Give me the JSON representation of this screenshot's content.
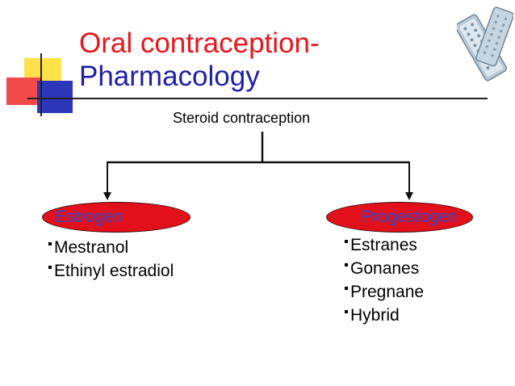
{
  "title": {
    "line1": "Oral contraception-",
    "line2": "Pharmacology"
  },
  "root": {
    "label": "Steroid contraception"
  },
  "branches": [
    {
      "label": "Estrogen",
      "items": [
        "Mestranol",
        "Ethinyl estradiol"
      ]
    },
    {
      "label": "Progestogen",
      "items": [
        "Estranes",
        "Gonanes",
        "Pregnane",
        "Hybrid"
      ]
    }
  ],
  "colors": {
    "title_red": "#e8151c",
    "title_blue": "#1f1fa6",
    "node_fill": "#e2101a",
    "node_text": "#3345c8"
  },
  "icons": [
    "pill-pack-icon"
  ]
}
